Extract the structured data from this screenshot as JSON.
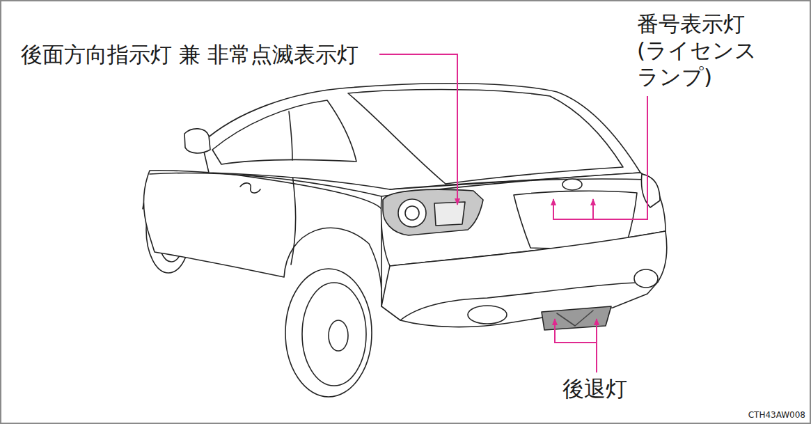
{
  "diagram": {
    "labels": [
      "後面方向指示灯 兼 非常点滅表示灯",
      "番号表示灯 (ライセンス ランプ)",
      "後退灯",
      "CTH43AW008"
    ]
  }
}
